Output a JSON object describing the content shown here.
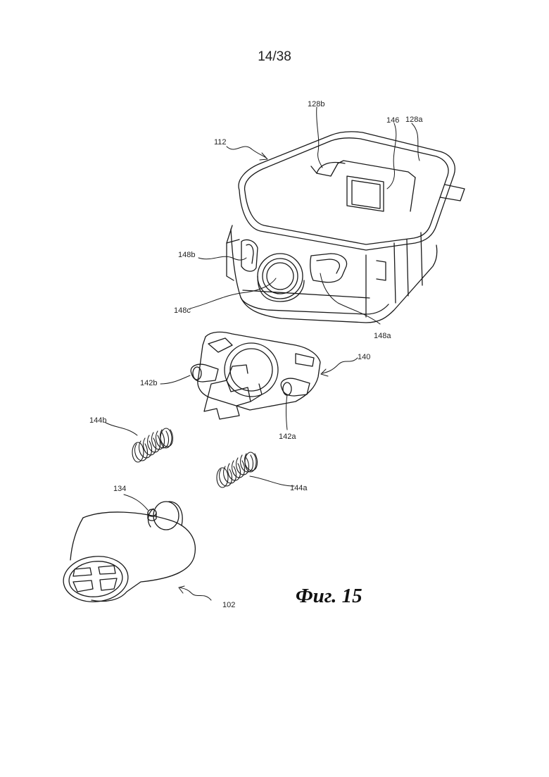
{
  "header": {
    "page_number": "14/38"
  },
  "figure": {
    "caption": "Фиг. 15"
  },
  "labels": {
    "l112": "112",
    "l128b": "128b",
    "l146": "146",
    "l128a": "128a",
    "l148b": "148b",
    "l148c": "148c",
    "l148a": "148a",
    "l140": "140",
    "l142b": "142b",
    "l142a": "142a",
    "l144b": "144b",
    "l144a": "144a",
    "l134": "134",
    "l102": "102"
  }
}
